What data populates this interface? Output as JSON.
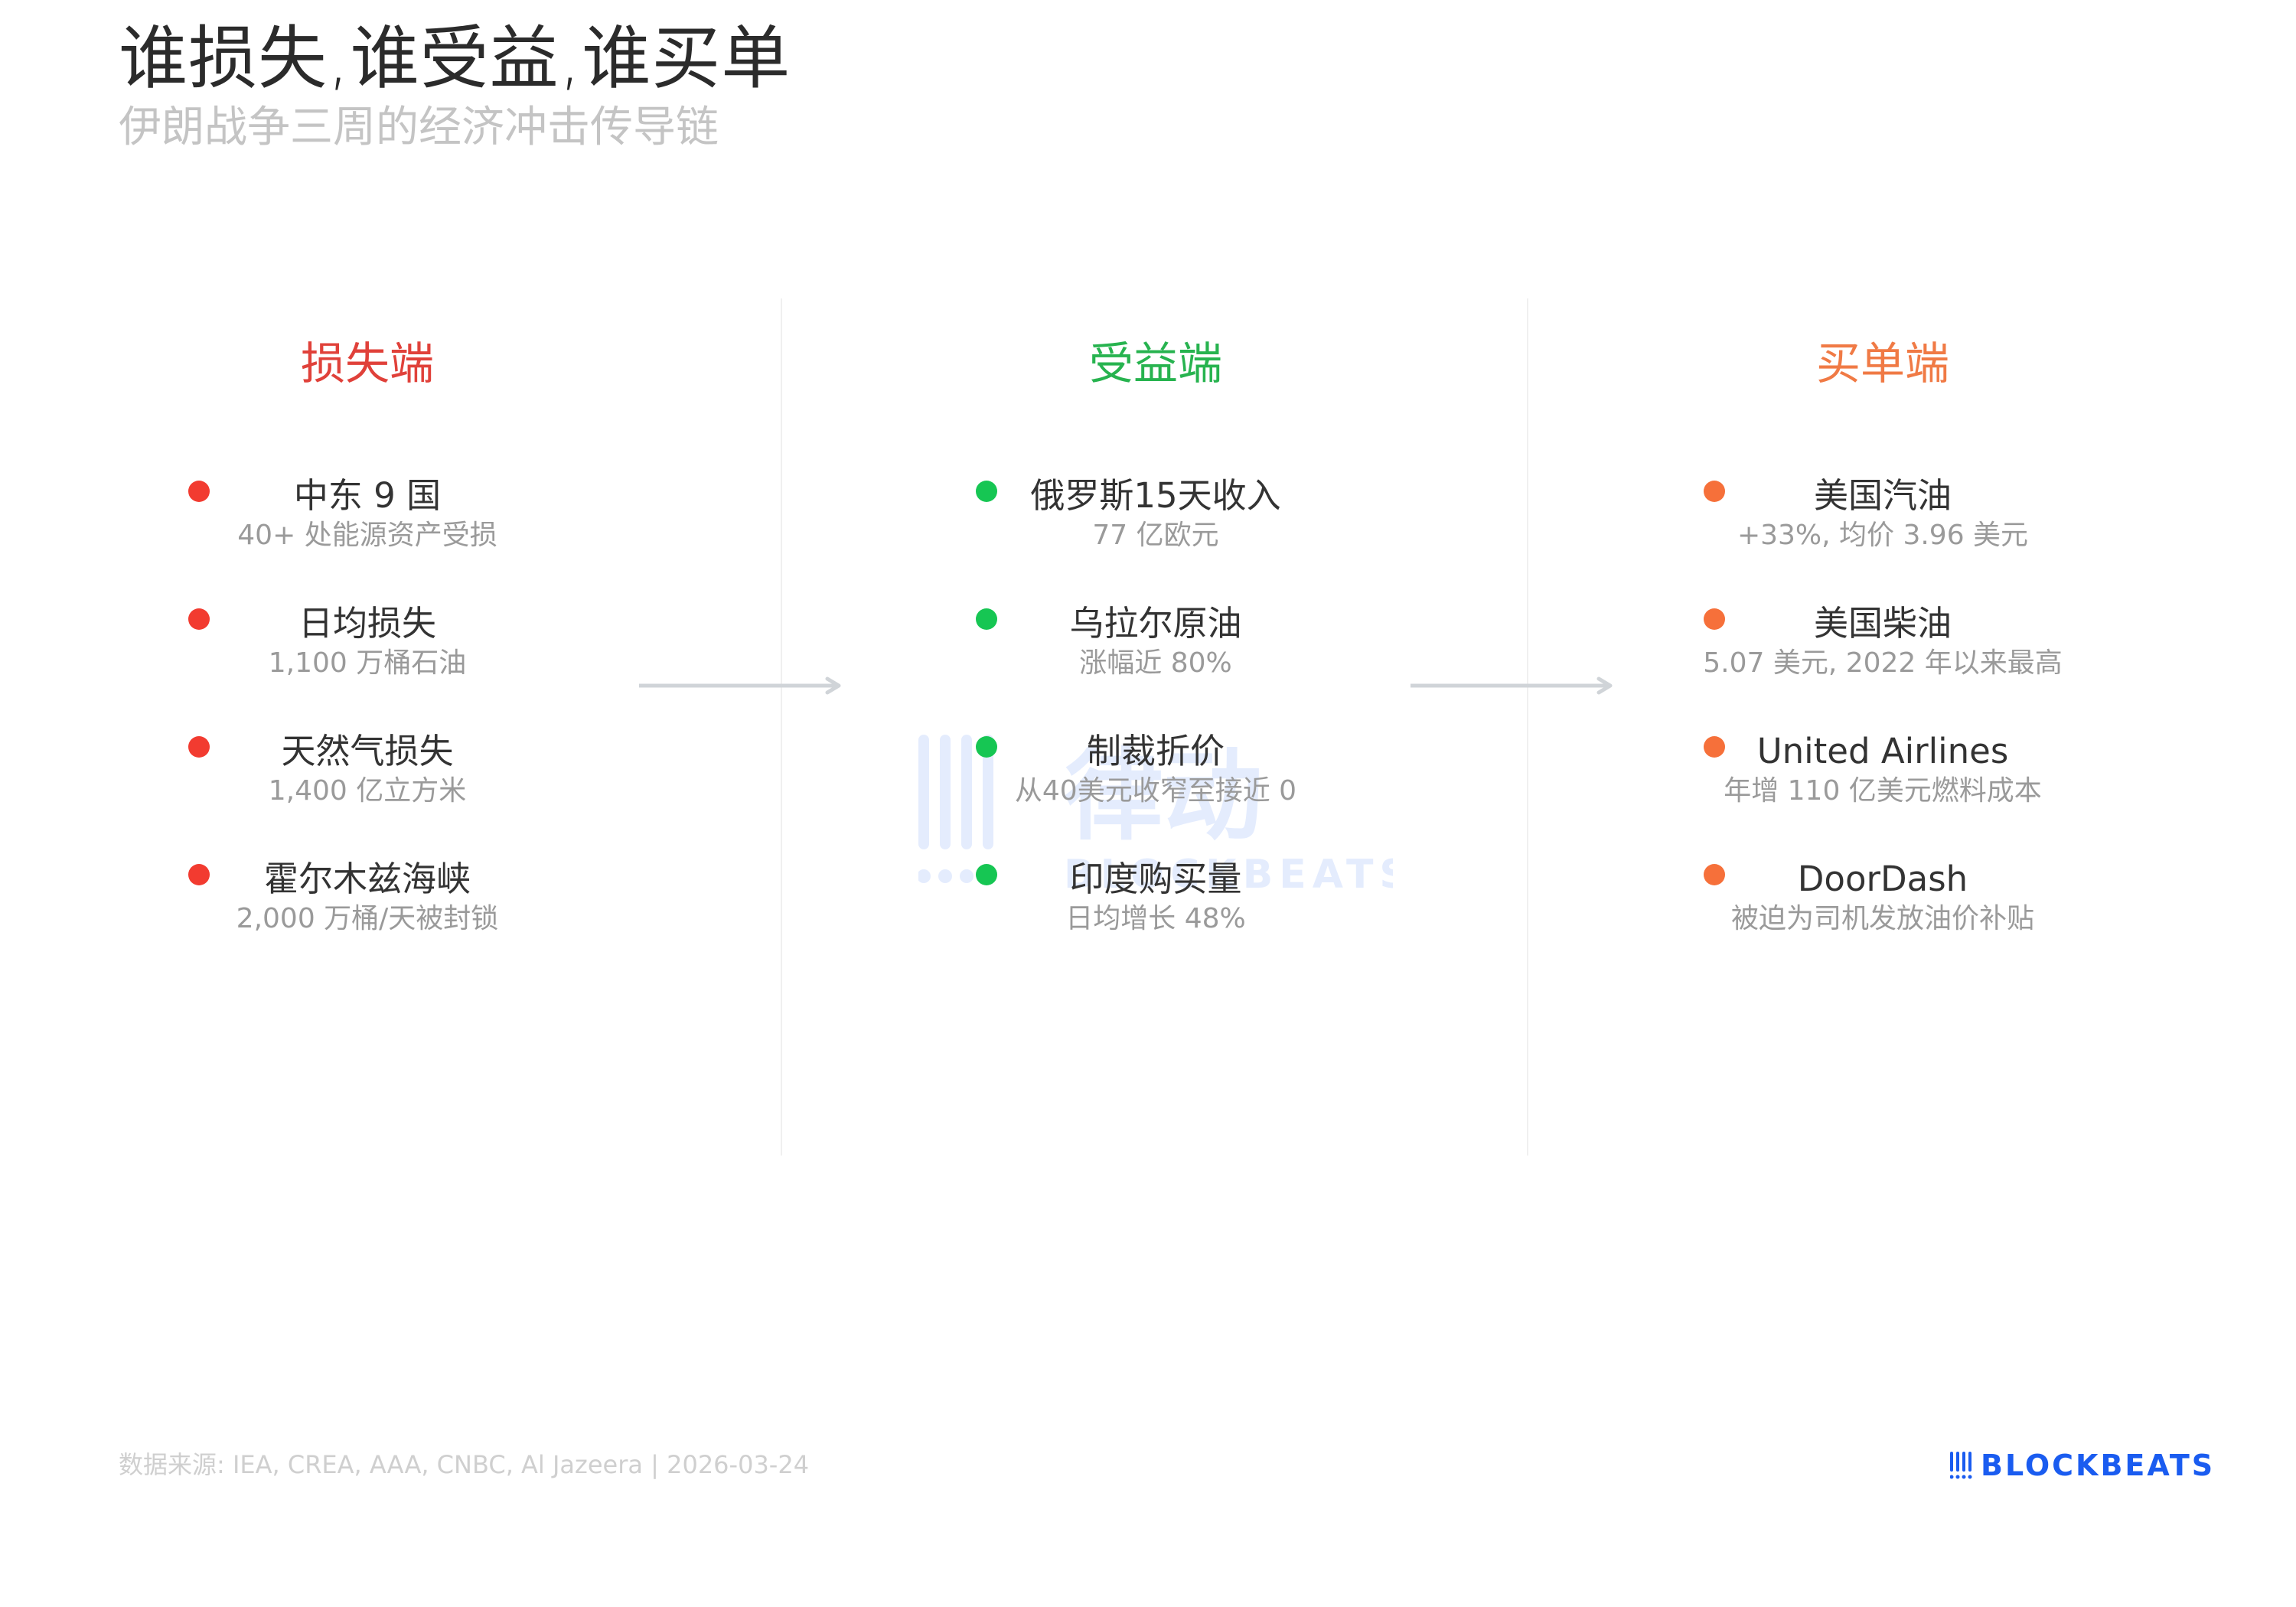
{
  "header": {
    "title": "谁损失,谁受益,谁买单",
    "subtitle": "伊朗战争三周的经济冲击传导链"
  },
  "columns": [
    {
      "heading": "损失端",
      "color": "#e0413a",
      "dot_color": "#f23b30",
      "items": [
        {
          "label": "中东 9 国",
          "detail": "40+ 处能源资产受损"
        },
        {
          "label": "日均损失",
          "detail": "1,100 万桶石油"
        },
        {
          "label": "天然气损失",
          "detail": "1,400 亿立方米"
        },
        {
          "label": "霍尔木兹海峡",
          "detail": "2,000 万桶/天被封锁"
        }
      ]
    },
    {
      "heading": "受益端",
      "color": "#27b34f",
      "dot_color": "#16c653",
      "items": [
        {
          "label": "俄罗斯15天收入",
          "detail": "77 亿欧元"
        },
        {
          "label": "乌拉尔原油",
          "detail": "涨幅近 80%"
        },
        {
          "label": "制裁折价",
          "detail": "从40美元收窄至接近 0"
        },
        {
          "label": "印度购买量",
          "detail": "日均增长 48%"
        }
      ]
    },
    {
      "heading": "买单端",
      "color": "#f07a45",
      "dot_color": "#f6703a",
      "items": [
        {
          "label": "美国汽油",
          "detail": "+33%, 均价 3.96 美元"
        },
        {
          "label": "美国柴油",
          "detail": "5.07 美元, 2022 年以来最高"
        },
        {
          "label": "United Airlines",
          "detail": "年增 110 亿美元燃料成本"
        },
        {
          "label": "DoorDash",
          "detail": "被迫为司机发放油价补贴"
        }
      ]
    }
  ],
  "footer": {
    "source": "数据来源: IEA, CREA, AAA, CNBC, Al Jazeera | 2026-03-24",
    "logo_text": "BLOCKBEATS"
  },
  "watermark": {
    "cn_text": "律动",
    "en_text": "BLOCKBEATS"
  },
  "colors": {
    "arrow": "#d0d4d8",
    "logo": "#1a5cf0"
  }
}
